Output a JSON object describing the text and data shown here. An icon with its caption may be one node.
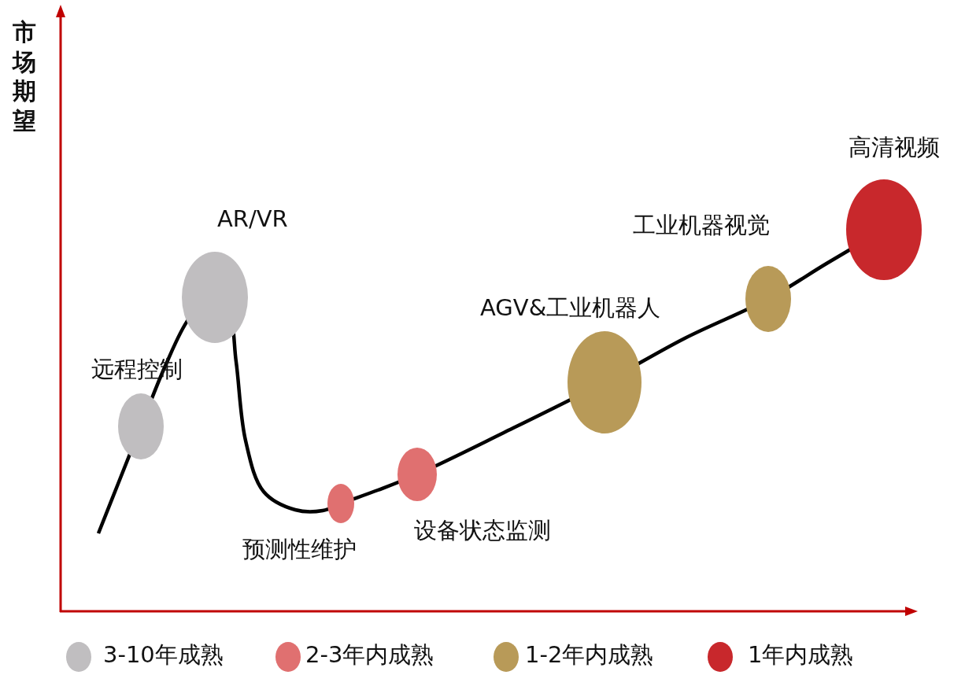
{
  "diagram": {
    "nodes": [
      {
        "text": [
          "远程控制"
        ]
      },
      {
        "text": [
          "AR/VR"
        ]
      },
      {
        "text": [
          "预测性维护"
        ]
      },
      {
        "text": [
          "设备状态监测"
        ]
      },
      {
        "text": [
          "AGV&工业机器人"
        ]
      },
      {
        "text": [
          "工业机器视觉"
        ]
      },
      {
        "text": [
          "高清视频"
        ]
      }
    ],
    "labels": [
      "市场期望"
    ],
    "legend": [
      {
        "text": "3-10年成熟",
        "color": "#c0bec0"
      },
      {
        "text": "2-3年内成熟",
        "color": "#e07070"
      },
      {
        "text": "1-2年内成熟",
        "color": "#b89a58"
      },
      {
        "text": "1年内成熟",
        "color": "#c8282c"
      }
    ]
  }
}
